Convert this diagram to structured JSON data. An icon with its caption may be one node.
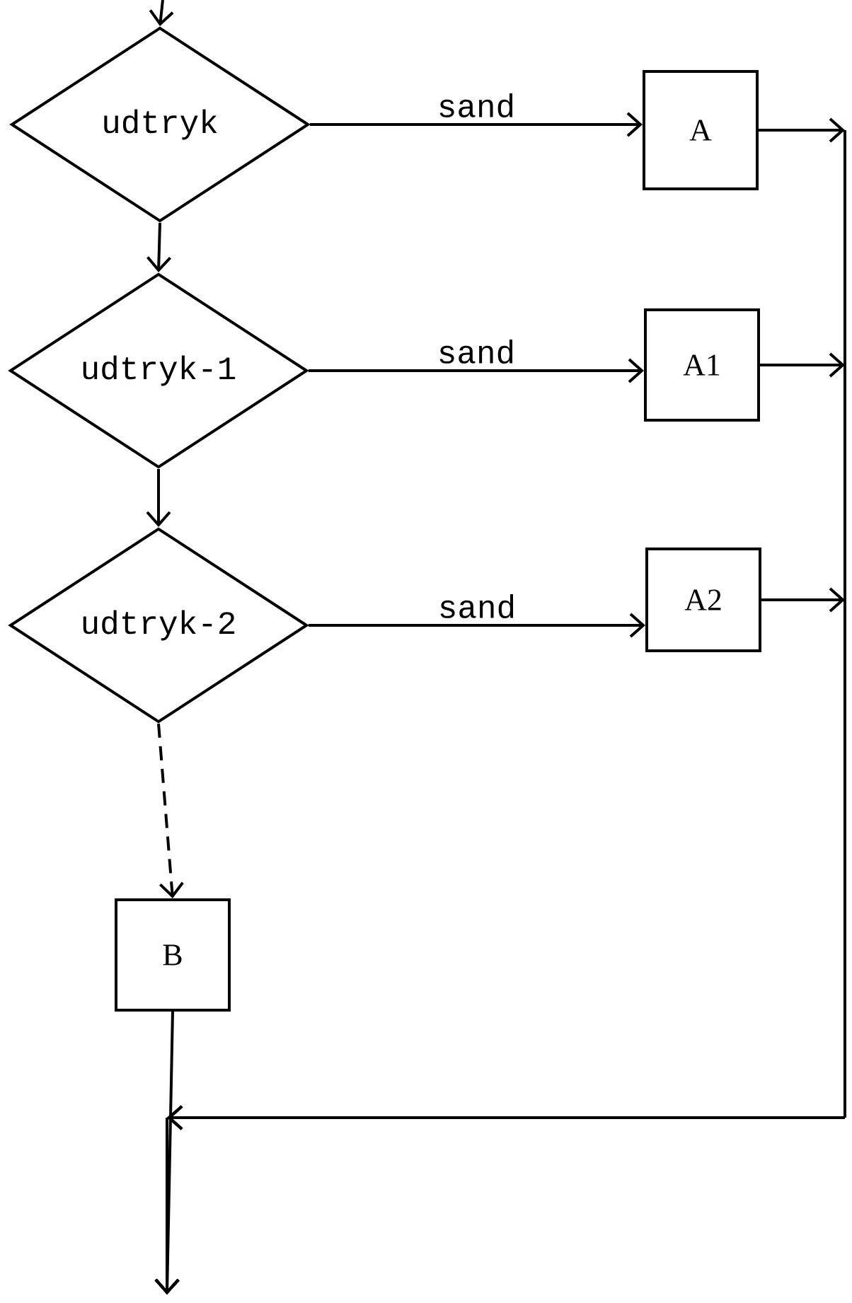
{
  "diagram": {
    "nodes": [
      {
        "text": [
          "udtryk"
        ]
      },
      {
        "text": [
          "A"
        ]
      },
      {
        "text": [
          "udtryk-1"
        ]
      },
      {
        "text": [
          "A1"
        ]
      },
      {
        "text": [
          "udtryk-2"
        ]
      },
      {
        "text": [
          "A2"
        ]
      },
      {
        "text": [
          "B"
        ]
      }
    ],
    "edges": [
      {
        "from": null,
        "to": 0,
        "arrow": "to"
      },
      {
        "from": 0,
        "to": 1,
        "arrow": "to",
        "label": "sand"
      },
      {
        "from": 0,
        "to": 2,
        "arrow": "to"
      },
      {
        "from": 2,
        "to": 3,
        "arrow": "to",
        "label": "sand"
      },
      {
        "from": 2,
        "to": 4,
        "arrow": "to"
      },
      {
        "from": 4,
        "to": 5,
        "arrow": "to",
        "label": "sand"
      },
      {
        "from": 4,
        "to": 6,
        "arrow": "to",
        "style": "dashed"
      },
      {
        "from": 1,
        "to": null,
        "arrow": "to"
      },
      {
        "from": 3,
        "to": null,
        "arrow": "to"
      },
      {
        "from": 5,
        "to": null,
        "arrow": "to"
      },
      {
        "from": 6,
        "to": null,
        "arrow": "to"
      }
    ]
  }
}
